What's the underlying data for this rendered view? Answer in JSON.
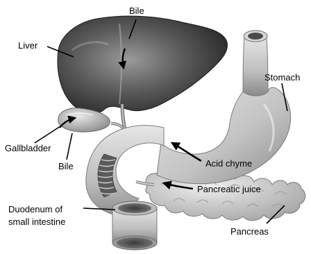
{
  "labels": {
    "liver": "Liver",
    "bile_top": "Bile",
    "stomach": "Stomach",
    "gallbladder": "Gallbladder",
    "bile_bottom": "Bile",
    "acid_chyme": "Acid chyme",
    "pancreatic_juice": "Pancreatic juice",
    "duodenum_line1": "Duodenum of",
    "duodenum_line2": "small intestine",
    "pancreas": "Pancreas"
  },
  "colors": {
    "liver_dark": "#2b2b2b",
    "liver_mid": "#6a6a6a",
    "organ_light": "#d2d2d2",
    "organ_mid": "#a9a9a9",
    "organ_shadow": "#7f7f7f",
    "text": "#000000"
  }
}
